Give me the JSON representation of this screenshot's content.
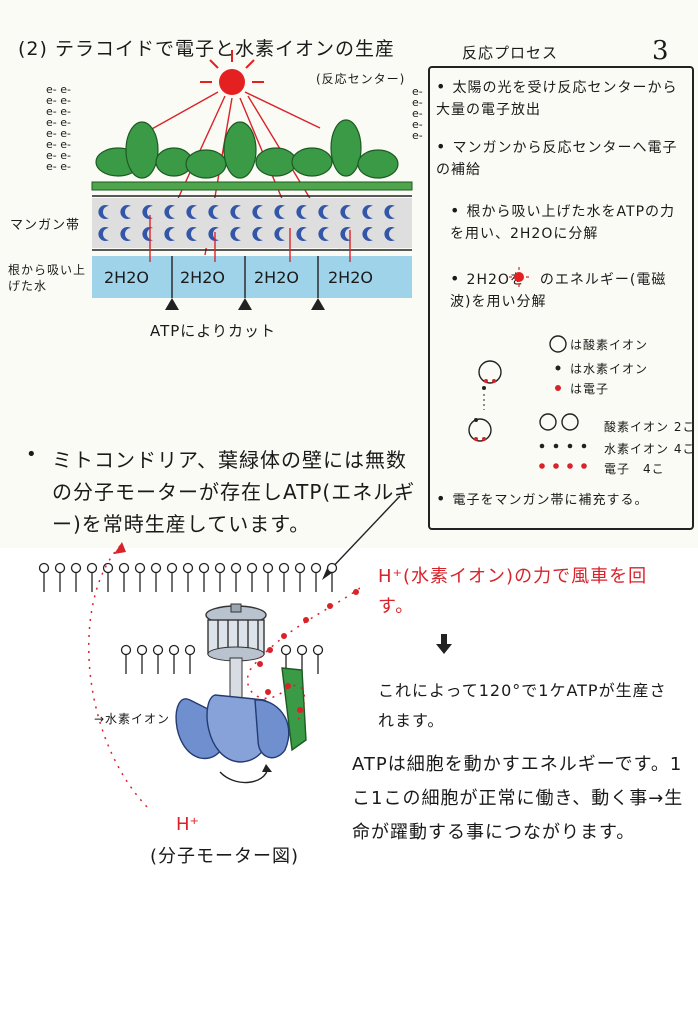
{
  "title": "(2) テラコイドで電子と水素イオンの生産",
  "page_number": "3",
  "diagram_top": {
    "reaction_center_label": "(反応センター)",
    "manganese_label": "マンガン帯",
    "water_label": "根から吸い上げた水",
    "h2o_cells": [
      "2H2O",
      "2H2O",
      "2H2O",
      "2H2O"
    ],
    "atp_cut_label": "ATPによりカット",
    "electron_column": "e- e-\ne- e-\ne- e-\ne- e-\ne- e-\ne- e-\ne- e-\ne- e-",
    "electron_right": "e-\ne-\ne-\ne-\ne-"
  },
  "process": {
    "title": "反応プロセス",
    "items": [
      "太陽の光を受け反応センターから大量の電子放出",
      "マンガンから反応センターへ電子の補給",
      "根から吸い上げた水をATPの力を用い、2H2Oに分解",
      "2H2Oを　のエネルギー(電磁波)を用い分解"
    ],
    "legend": {
      "oxygen": "は酸素イオン",
      "hydrogen": "は水素イオン",
      "electron": "は電子"
    },
    "counts": {
      "oxygen": "酸素イオン 2こ",
      "hydrogen": "水素イオン 4こ",
      "electron": "電子　4こ"
    },
    "last_item": "電子をマンガン帯に補充する。"
  },
  "mitochondria_text": "ミトコンドリア、葉緑体の壁には無数の分子モーターが存在しATP(エネルギー)を常時生産しています。",
  "hplus_caption": "H⁺(水素イオン)の力で風車を回す。",
  "result_1": "これによって120°で1ケATPが生産されます。",
  "result_2": "ATPは細胞を動かすエネルギーです。1こ1この細胞が正常に働き、動く事→生命が躍動する事につながります。",
  "motor": {
    "h_ion_label": "→水素イオン",
    "hplus": "H⁺",
    "caption": "(分子モーター図)"
  },
  "colors": {
    "accent_red": "#d8232a",
    "leaf_green": "#2f8f3a",
    "water_blue": "#9fd3ea",
    "motor_blue": "#6f8fcf"
  }
}
